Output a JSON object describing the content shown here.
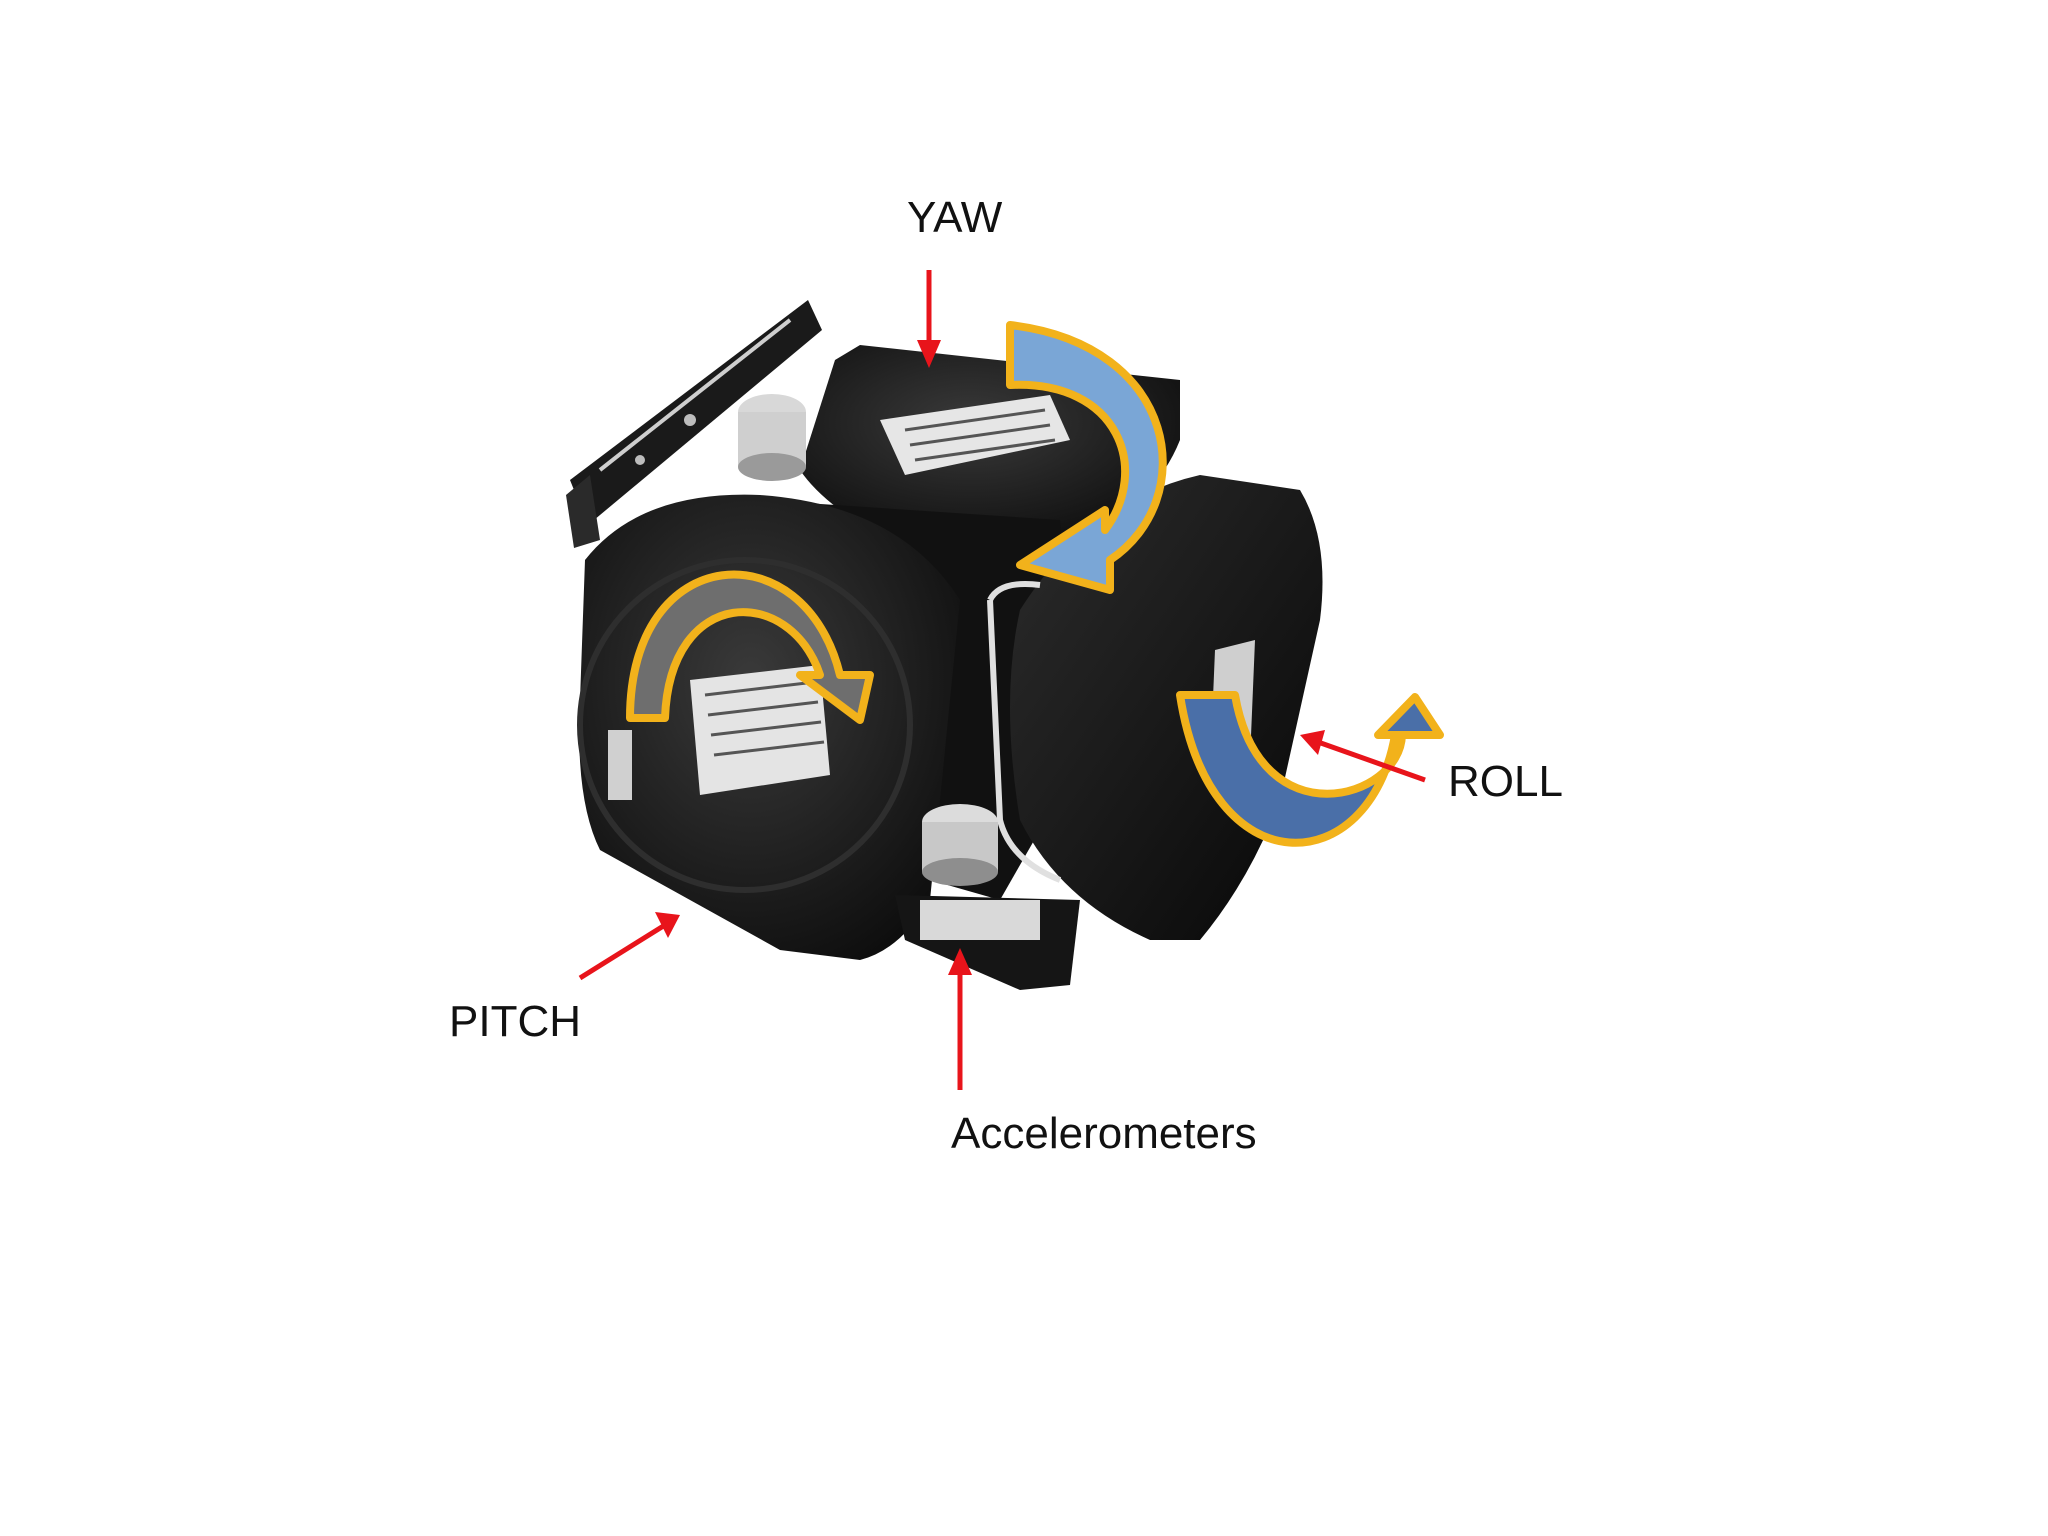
{
  "labels": {
    "yaw": "YAW",
    "roll": "ROLL",
    "pitch": "PITCH",
    "accelerometers": "Accelerometers"
  },
  "colors": {
    "background": "#ffffff",
    "pointer_arrows": "#e8141b",
    "rotation_arrow_outline": "#f2b21b",
    "yaw_arrow_fill": "#7aa6d6",
    "pitch_arrow_fill": "#6e6e6e",
    "roll_arrow_fill": "#4a6fa8",
    "device_body": "#151515"
  },
  "icons": {
    "yaw": "curved-rotation-arrow",
    "pitch": "curved-rotation-arrow",
    "roll": "curved-rotation-arrow",
    "pointers": "straight-arrow"
  }
}
